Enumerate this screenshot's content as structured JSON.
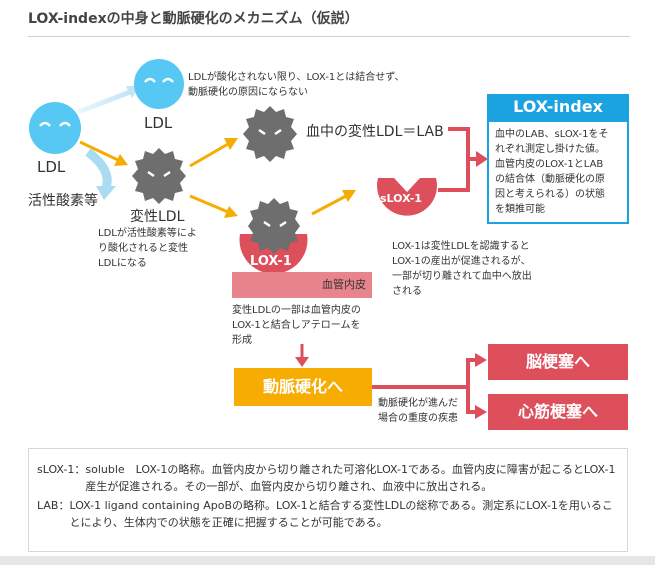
{
  "title": "LOX-indexの中身と動脈硬化のメカニズム（仮説）",
  "labels": {
    "ldl": "LDL",
    "ldl_top": "LDL",
    "oxidants": "活性酸素等",
    "oxldl": "変性LDL",
    "lab": "血中の変性LDL＝LAB",
    "slox": "sLOX-1",
    "lox1": "LOX-1",
    "endothelium": "血管内皮"
  },
  "notes": {
    "ldl_note": [
      "LDLが酸化されない限り、LOX-1とは結合せず、",
      "動脈硬化の原因にならない"
    ],
    "oxldl_note": [
      "LDLが活性酸素等によ",
      "り酸化されると変性",
      "LDLになる"
    ],
    "slox_note": [
      "LOX-1は変性LDLを認識すると",
      "LOX-1の産出が促進されるが、",
      "一部が切り離されて血中へ放出",
      "される"
    ],
    "endo_note": [
      "変性LDLの一部は血管内皮の",
      "LOX-1と結合しアテロームを",
      "形成"
    ],
    "severity_note": [
      "動脈硬化が進んだ",
      "場合の重度の疾患"
    ]
  },
  "lox_index": {
    "title": "LOX-index",
    "body": [
      "血中のLAB、sLOX-1をそ",
      "れぞれ測定し掛けた値。",
      "血管内皮のLOX-1とLAB",
      "の結合体（動脈硬化の原",
      "因と考えられる）の状態",
      "を類推可能"
    ]
  },
  "outcomes": {
    "arteriosclerosis": "動脈硬化へ",
    "stroke": "脳梗塞へ",
    "mi": "心筋梗塞へ"
  },
  "footnote": {
    "row1_key": "sLOX-1：",
    "row1_text": "soluble　LOX-1の略称。血管内皮から切り離された可溶化LOX-1である。血管内皮に障害が起こるとLOX-1産生が促進される。その一部が、血管内皮から切り離され、血液中に放出される。",
    "row2_key": "LAB：",
    "row2_text": "LOX-1 ligand containing ApoBの略称。LOX-1と結合する変性LDLの総称である。測定系にLOX-1を用いることにより、生体内での状態を正確に把握することが可能である。"
  },
  "colors": {
    "blue": "#1aa3e0",
    "ldl_blue": "#56c8f3",
    "yellow": "#f6ac00",
    "red": "#dd4f5b",
    "pink": "#e8858c",
    "gray_virus": "#6e6e6e"
  }
}
